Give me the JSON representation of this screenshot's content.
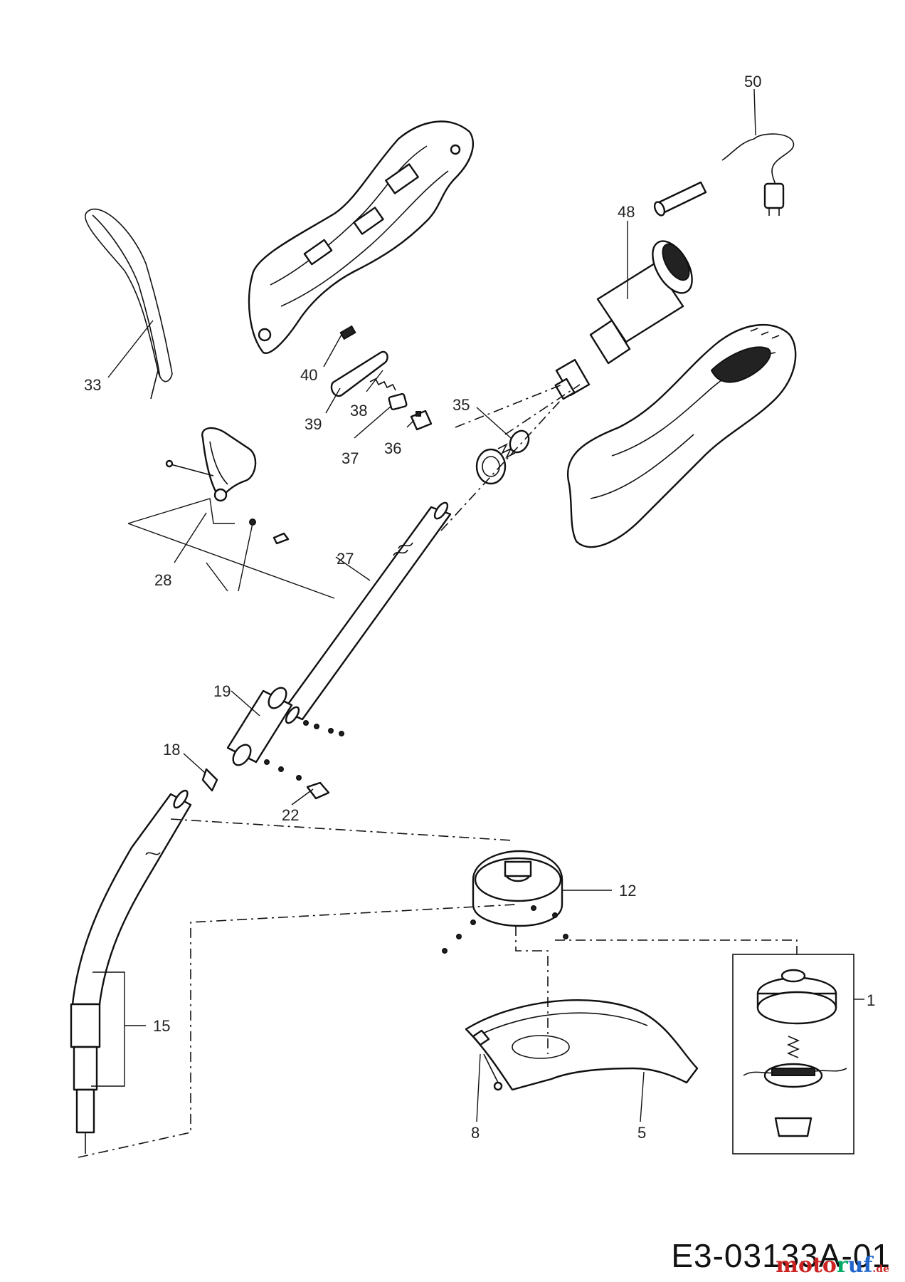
{
  "callouts": {
    "c1": "1",
    "c5": "5",
    "c8": "8",
    "c12": "12",
    "c15": "15",
    "c18": "18",
    "c19": "19",
    "c22": "22",
    "c27": "27",
    "c28": "28",
    "c33": "33",
    "c35": "35",
    "c36": "36",
    "c37": "37",
    "c38": "38",
    "c39": "39",
    "c40": "40",
    "c48": "48",
    "c50": "50"
  },
  "drawing_code": "E3-03133A-01",
  "watermark": {
    "part1": "moto",
    "part2": "r",
    "part3": "uf",
    "suffix": ".de"
  }
}
